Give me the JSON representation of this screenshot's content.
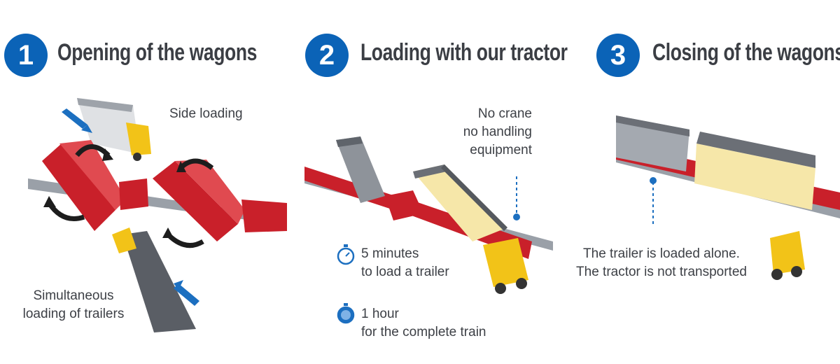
{
  "steps": [
    {
      "number": "1",
      "title": "Opening of the wagons",
      "labels": {
        "side": "Side loading",
        "simultaneous": "Simultaneous\nloading of trailers"
      }
    },
    {
      "number": "2",
      "title": "Loading with our tractor",
      "labels": {
        "no_crane": "No crane\nno handling\nequipment",
        "time_trailer": "5 minutes\nto load a trailer",
        "time_train": "1 hour\nfor the complete train"
      }
    },
    {
      "number": "3",
      "title": "Closing of the wagons",
      "labels": {
        "alone": "The trailer is loaded alone.\nThe tractor is not transported"
      }
    }
  ],
  "icons": [
    "stopwatch-outline-icon",
    "stopwatch-filled-icon"
  ],
  "colors": {
    "badge": "#0b63b7",
    "wagon": "#c9202a",
    "truck_cab": "#f2c318",
    "trailer_cream": "#f6e7a9",
    "arrow": "#1c6fc0"
  }
}
